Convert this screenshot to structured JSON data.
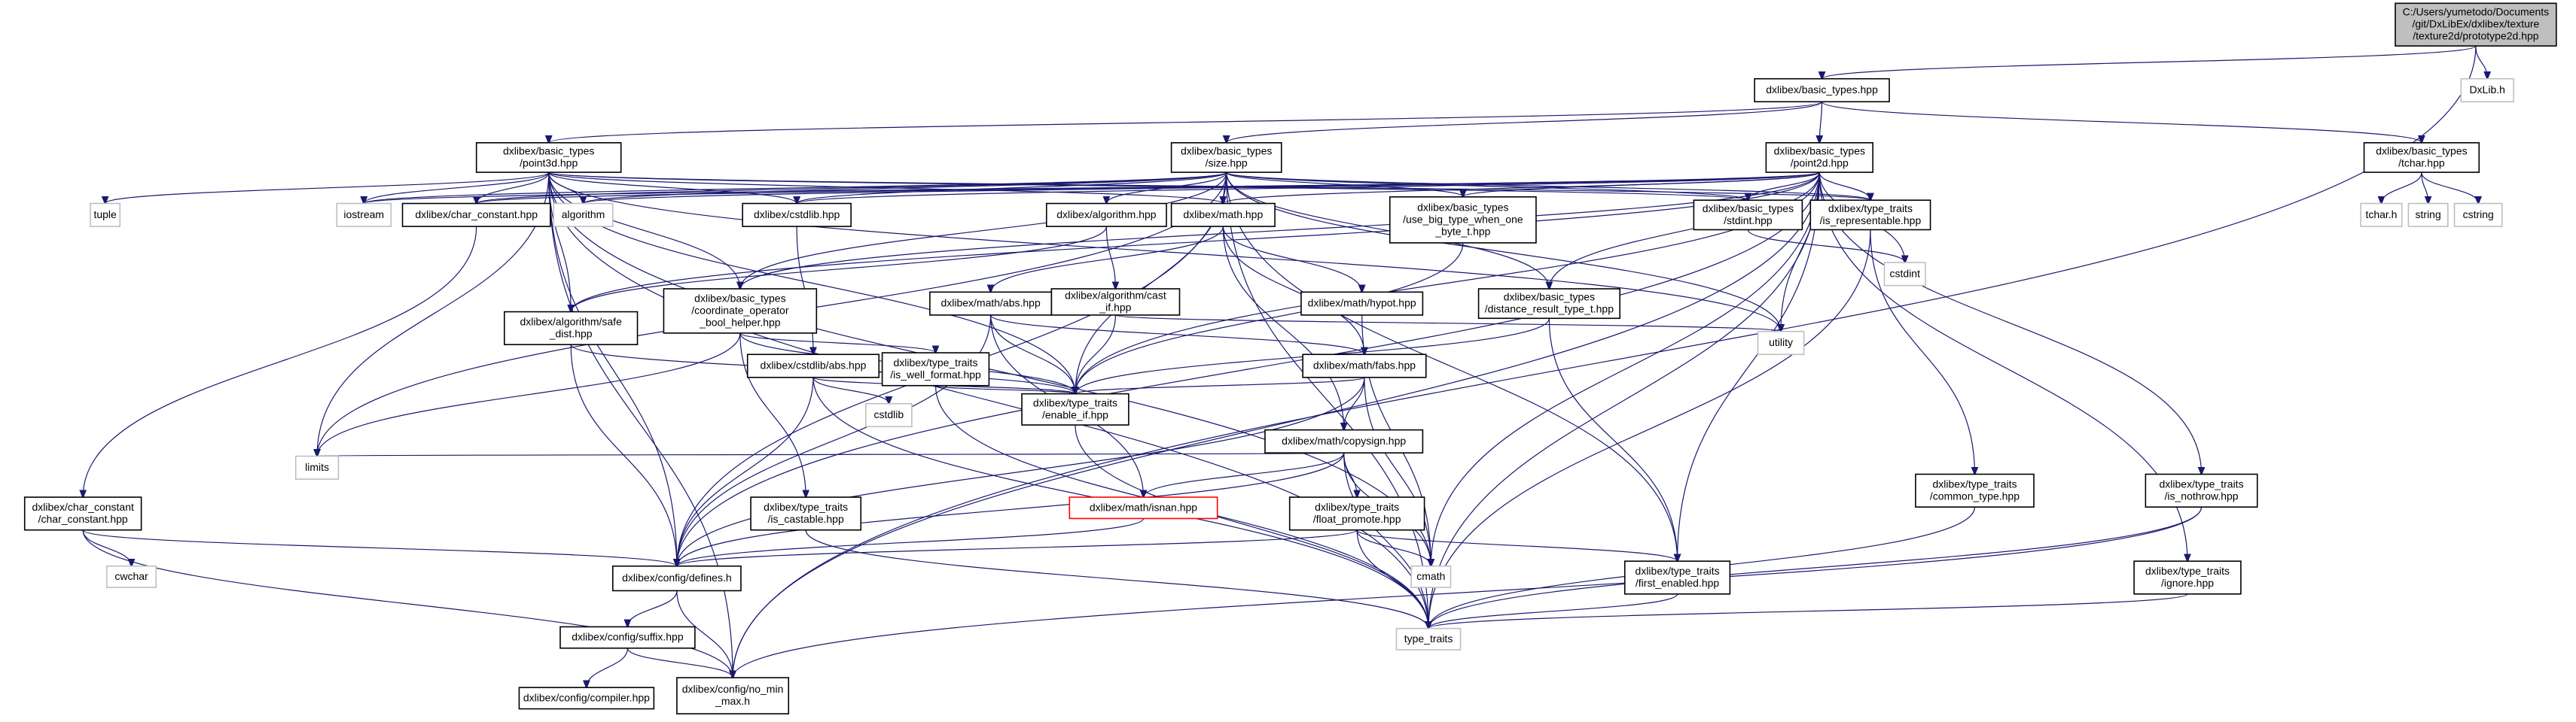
{
  "colors": {
    "edge": "#191970",
    "root_fill": "#bfbfbf",
    "external_border": "#bfbfbf",
    "missing_border": "#ff0000"
  },
  "nodes": [
    {
      "id": "root",
      "label": "C:/Users/yumetodo/Documents\n/git/DxLibEx/dxlibex/texture\n/texture2d/prototype2d.hpp",
      "kind": "root"
    },
    {
      "id": "basic_types",
      "label": "dxlibex/basic_types.hpp"
    },
    {
      "id": "dxlib",
      "label": "DxLib.h",
      "kind": "ext"
    },
    {
      "id": "point3d",
      "label": "dxlibex/basic_types\n/point3d.hpp"
    },
    {
      "id": "size",
      "label": "dxlibex/basic_types\n/size.hpp"
    },
    {
      "id": "point2d",
      "label": "dxlibex/basic_types\n/point2d.hpp"
    },
    {
      "id": "tchar",
      "label": "dxlibex/basic_types\n/tchar.hpp"
    },
    {
      "id": "tuple",
      "label": "tuple",
      "kind": "ext"
    },
    {
      "id": "iostream",
      "label": "iostream",
      "kind": "ext"
    },
    {
      "id": "char_constant",
      "label": "dxlibex/char_constant.hpp"
    },
    {
      "id": "algorithm",
      "label": "algorithm",
      "kind": "ext"
    },
    {
      "id": "cstdlib_hpp",
      "label": "dxlibex/cstdlib.hpp"
    },
    {
      "id": "algorithm_hpp",
      "label": "dxlibex/algorithm.hpp"
    },
    {
      "id": "math",
      "label": "dxlibex/math.hpp"
    },
    {
      "id": "use_big",
      "label": "dxlibex/basic_types\n/use_big_type_when_one\n_byte_t.hpp"
    },
    {
      "id": "stdint",
      "label": "dxlibex/basic_types\n/stdint.hpp"
    },
    {
      "id": "is_representable",
      "label": "dxlibex/type_traits\n/is_representable.hpp"
    },
    {
      "id": "tchar_h",
      "label": "tchar.h",
      "kind": "ext"
    },
    {
      "id": "string",
      "label": "string",
      "kind": "ext"
    },
    {
      "id": "cstring",
      "label": "cstring",
      "kind": "ext"
    },
    {
      "id": "coordinate",
      "label": "dxlibex/basic_types\n/coordinate_operator\n_bool_helper.hpp"
    },
    {
      "id": "cast_if",
      "label": "dxlibex/algorithm/cast\n_if.hpp"
    },
    {
      "id": "abs",
      "label": "dxlibex/math/abs.hpp"
    },
    {
      "id": "hypot",
      "label": "dxlibex/math/hypot.hpp"
    },
    {
      "id": "distance",
      "label": "dxlibex/basic_types\n/distance_result_type_t.hpp"
    },
    {
      "id": "cstdint",
      "label": "cstdint",
      "kind": "ext"
    },
    {
      "id": "utility",
      "label": "utility",
      "kind": "ext"
    },
    {
      "id": "safe_dist",
      "label": "dxlibex/algorithm/safe\n_dist.hpp"
    },
    {
      "id": "cstdlib_abs",
      "label": "dxlibex/cstdlib/abs.hpp"
    },
    {
      "id": "is_well_format",
      "label": "dxlibex/type_traits\n/is_well_format.hpp"
    },
    {
      "id": "fabs",
      "label": "dxlibex/math/fabs.hpp"
    },
    {
      "id": "enable_if",
      "label": "dxlibex/type_traits\n/enable_if.hpp"
    },
    {
      "id": "cstdlib",
      "label": "cstdlib",
      "kind": "ext"
    },
    {
      "id": "copysign",
      "label": "dxlibex/math/copysign.hpp"
    },
    {
      "id": "limits",
      "label": "limits",
      "kind": "ext"
    },
    {
      "id": "is_castable",
      "label": "dxlibex/type_traits\n/is_castable.hpp"
    },
    {
      "id": "isnan",
      "label": "dxlibex/math/isnan.hpp",
      "kind": "missing"
    },
    {
      "id": "float_promote",
      "label": "dxlibex/type_traits\n/float_promote.hpp"
    },
    {
      "id": "common_type",
      "label": "dxlibex/type_traits\n/common_type.hpp"
    },
    {
      "id": "is_nothrow",
      "label": "dxlibex/type_traits\n/is_nothrow.hpp"
    },
    {
      "id": "cc_cc",
      "label": "dxlibex/char_constant\n/char_constant.hpp"
    },
    {
      "id": "cwchar",
      "label": "cwchar",
      "kind": "ext"
    },
    {
      "id": "defines",
      "label": "dxlibex/config/defines.h"
    },
    {
      "id": "cmath",
      "label": "cmath",
      "kind": "ext"
    },
    {
      "id": "first_enabled",
      "label": "dxlibex/type_traits\n/first_enabled.hpp"
    },
    {
      "id": "ignore",
      "label": "dxlibex/type_traits\n/ignore.hpp"
    },
    {
      "id": "type_traits",
      "label": "type_traits",
      "kind": "ext"
    },
    {
      "id": "suffix",
      "label": "dxlibex/config/suffix.hpp"
    },
    {
      "id": "compiler",
      "label": "dxlibex/config/compiler.hpp"
    },
    {
      "id": "no_min_max",
      "label": "dxlibex/config/no_min\n_max.h"
    }
  ],
  "edges": [
    [
      "root",
      "basic_types"
    ],
    [
      "root",
      "dxlib"
    ],
    [
      "root",
      "no_min_max"
    ],
    [
      "basic_types",
      "point3d"
    ],
    [
      "basic_types",
      "size"
    ],
    [
      "basic_types",
      "point2d"
    ],
    [
      "basic_types",
      "tchar"
    ],
    [
      "tchar",
      "tchar_h"
    ],
    [
      "tchar",
      "string"
    ],
    [
      "tchar",
      "cstring"
    ],
    [
      "point3d",
      "tuple"
    ],
    [
      "point3d",
      "iostream"
    ],
    [
      "point3d",
      "char_constant"
    ],
    [
      "point3d",
      "algorithm"
    ],
    [
      "point3d",
      "cstdlib_hpp"
    ],
    [
      "point3d",
      "math"
    ],
    [
      "point3d",
      "stdint"
    ],
    [
      "point3d",
      "is_representable"
    ],
    [
      "point3d",
      "coordinate"
    ],
    [
      "point3d",
      "safe_dist"
    ],
    [
      "point3d",
      "limits"
    ],
    [
      "point3d",
      "defines"
    ],
    [
      "point3d",
      "no_min_max"
    ],
    [
      "point3d",
      "type_traits"
    ],
    [
      "point3d",
      "enable_if"
    ],
    [
      "point3d",
      "utility"
    ],
    [
      "point3d",
      "cmath"
    ],
    [
      "size",
      "iostream"
    ],
    [
      "size",
      "algorithm"
    ],
    [
      "size",
      "cstdlib_hpp"
    ],
    [
      "size",
      "math"
    ],
    [
      "size",
      "use_big"
    ],
    [
      "size",
      "stdint"
    ],
    [
      "size",
      "is_representable"
    ],
    [
      "size",
      "coordinate"
    ],
    [
      "size",
      "enable_if"
    ],
    [
      "size",
      "limits"
    ],
    [
      "size",
      "defines"
    ],
    [
      "size",
      "utility"
    ],
    [
      "size",
      "type_traits"
    ],
    [
      "size",
      "first_enabled"
    ],
    [
      "size",
      "distance"
    ],
    [
      "size",
      "algorithm_hpp"
    ],
    [
      "size",
      "char_constant"
    ],
    [
      "point2d",
      "iostream"
    ],
    [
      "point2d",
      "char_constant"
    ],
    [
      "point2d",
      "algorithm"
    ],
    [
      "point2d",
      "cstdlib_hpp"
    ],
    [
      "point2d",
      "math"
    ],
    [
      "point2d",
      "use_big"
    ],
    [
      "point2d",
      "stdint"
    ],
    [
      "point2d",
      "is_representable"
    ],
    [
      "point2d",
      "coordinate"
    ],
    [
      "point2d",
      "distance"
    ],
    [
      "point2d",
      "cstdint"
    ],
    [
      "point2d",
      "utility"
    ],
    [
      "point2d",
      "is_nothrow"
    ],
    [
      "point2d",
      "ignore"
    ],
    [
      "point2d",
      "first_enabled"
    ],
    [
      "point2d",
      "type_traits"
    ],
    [
      "point2d",
      "cmath"
    ],
    [
      "point2d",
      "no_min_max"
    ],
    [
      "point2d",
      "enable_if"
    ],
    [
      "point2d",
      "defines"
    ],
    [
      "point2d",
      "safe_dist"
    ],
    [
      "char_constant",
      "cc_cc"
    ],
    [
      "cc_cc",
      "cwchar"
    ],
    [
      "cc_cc",
      "defines"
    ],
    [
      "cc_cc",
      "no_min_max"
    ],
    [
      "cstdlib_hpp",
      "cstdlib_abs"
    ],
    [
      "algorithm_hpp",
      "cast_if"
    ],
    [
      "algorithm_hpp",
      "safe_dist"
    ],
    [
      "math",
      "abs"
    ],
    [
      "math",
      "hypot"
    ],
    [
      "math",
      "fabs"
    ],
    [
      "math",
      "copysign"
    ],
    [
      "use_big",
      "enable_if"
    ],
    [
      "stdint",
      "cstdint"
    ],
    [
      "is_representable",
      "common_type"
    ],
    [
      "is_representable",
      "type_traits"
    ],
    [
      "coordinate",
      "enable_if"
    ],
    [
      "coordinate",
      "is_well_format"
    ],
    [
      "coordinate",
      "is_castable"
    ],
    [
      "coordinate",
      "limits"
    ],
    [
      "cast_if",
      "enable_if"
    ],
    [
      "cast_if",
      "utility"
    ],
    [
      "abs",
      "enable_if"
    ],
    [
      "abs",
      "fabs"
    ],
    [
      "abs",
      "isnan"
    ],
    [
      "abs",
      "defines"
    ],
    [
      "hypot",
      "cmath"
    ],
    [
      "distance",
      "enable_if"
    ],
    [
      "distance",
      "first_enabled"
    ],
    [
      "safe_dist",
      "enable_if"
    ],
    [
      "safe_dist",
      "defines"
    ],
    [
      "cstdlib_abs",
      "cstdlib"
    ],
    [
      "cstdlib_abs",
      "enable_if"
    ],
    [
      "cstdlib_abs",
      "defines"
    ],
    [
      "cstdlib_abs",
      "type_traits"
    ],
    [
      "is_well_format",
      "enable_if"
    ],
    [
      "is_well_format",
      "type_traits"
    ],
    [
      "fabs",
      "enable_if"
    ],
    [
      "fabs",
      "copysign"
    ],
    [
      "fabs",
      "cmath"
    ],
    [
      "fabs",
      "defines"
    ],
    [
      "enable_if",
      "type_traits"
    ],
    [
      "copysign",
      "limits"
    ],
    [
      "copysign",
      "isnan"
    ],
    [
      "copysign",
      "float_promote"
    ],
    [
      "copysign",
      "cmath"
    ],
    [
      "copysign",
      "type_traits"
    ],
    [
      "copysign",
      "defines"
    ],
    [
      "is_castable",
      "type_traits"
    ],
    [
      "isnan",
      "defines"
    ],
    [
      "float_promote",
      "cmath"
    ],
    [
      "float_promote",
      "first_enabled"
    ],
    [
      "float_promote",
      "type_traits"
    ],
    [
      "float_promote",
      "defines"
    ],
    [
      "common_type",
      "type_traits"
    ],
    [
      "is_nothrow",
      "type_traits"
    ],
    [
      "is_nothrow",
      "no_min_max"
    ],
    [
      "defines",
      "suffix"
    ],
    [
      "defines",
      "no_min_max"
    ],
    [
      "first_enabled",
      "type_traits"
    ],
    [
      "ignore",
      "type_traits"
    ],
    [
      "suffix",
      "compiler"
    ],
    [
      "suffix",
      "no_min_max"
    ]
  ]
}
